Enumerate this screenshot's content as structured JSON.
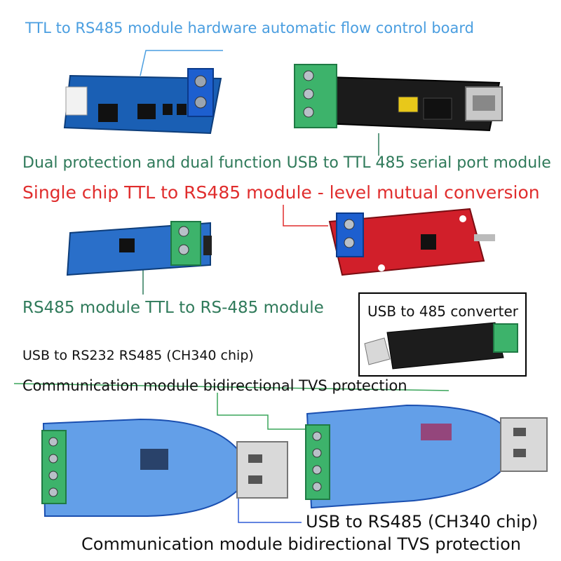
{
  "labels": {
    "ttl_rs485_auto": "TTL to RS485 module hardware automatic flow control board",
    "usb_ttl_485_dual": "Dual protection and dual function USB to TTL 485 serial port module",
    "single_chip": "Single chip TTL to RS485 module - level mutual conversion",
    "rs485_module": "RS485 module TTL to RS-485 module",
    "usb_485_converter": "USB to 485 converter",
    "usb_rs232_rs485": "USB to RS232 RS485 (CH340 chip)",
    "comm_tvs_1": "Communication module bidirectional TVS protection",
    "usb_rs485": "USB to RS485 (CH340 chip)",
    "comm_tvs_2": "Communication module bidirectional TVS protection"
  },
  "colors": {
    "blue_label": "#4a9ee0",
    "green_label": "#2f7a5a",
    "red_label": "#e02d2d",
    "pcb_blue": "#1a5fb4",
    "pcb_red": "#d11f2a",
    "pcb_black": "#1b1b1b",
    "terminal_green": "#3db36b",
    "terminal_blue": "#1d5fcf"
  }
}
